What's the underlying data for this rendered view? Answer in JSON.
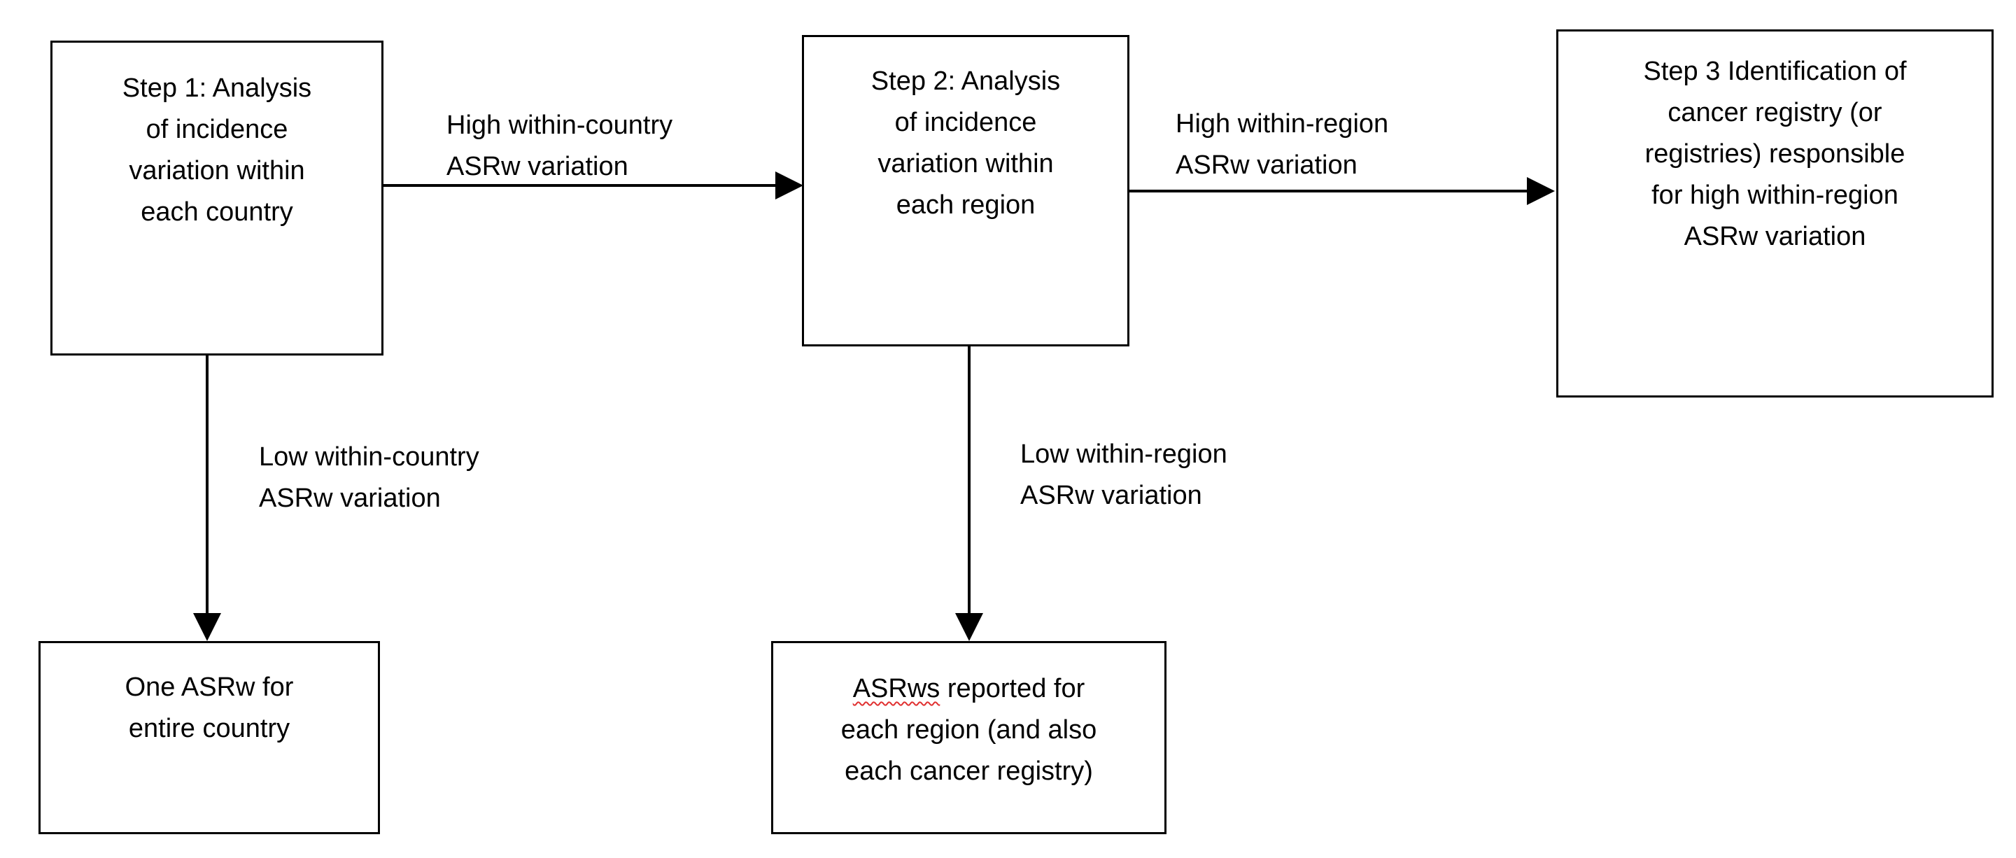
{
  "nodes": {
    "step1": {
      "lines": [
        "Step 1: Analysis",
        "of incidence",
        "variation within",
        "each country"
      ]
    },
    "step2": {
      "lines": [
        "Step 2: Analysis",
        "of incidence",
        "variation within",
        "each region"
      ]
    },
    "step3": {
      "lines": [
        "Step 3 Identification of",
        "cancer registry (or",
        "registries) responsible",
        "for high within-region",
        "ASRw variation"
      ]
    },
    "one_asrw": {
      "lines": [
        "One ASRw for",
        "entire country"
      ]
    },
    "asrws_reported": {
      "line1_word": "ASRws",
      "line1_rest": " reported for",
      "line2": "each region (and also",
      "line3": "each cancer registry)"
    }
  },
  "edges": {
    "high_country": {
      "lines": [
        "High within-country",
        "ASRw variation"
      ]
    },
    "high_region": {
      "lines": [
        "High within-region",
        "ASRw variation"
      ]
    },
    "low_country": {
      "lines": [
        "Low within-country",
        "ASRw variation"
      ]
    },
    "low_region": {
      "lines": [
        "Low within-region",
        "ASRw variation"
      ]
    }
  },
  "colors": {
    "stroke": "#000000",
    "background": "#ffffff",
    "spellcheck_underline": "#e03030"
  }
}
